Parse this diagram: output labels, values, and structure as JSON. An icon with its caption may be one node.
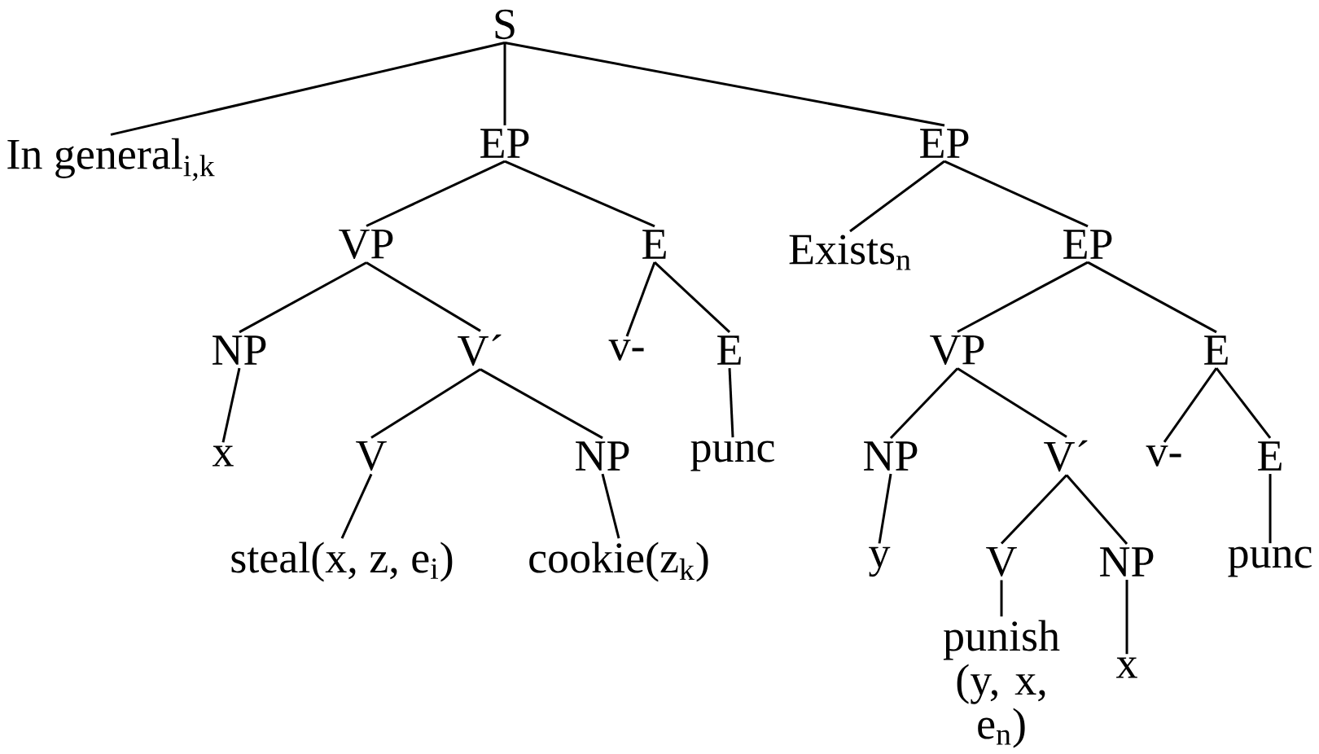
{
  "diagram": {
    "nodes": [
      {
        "text": [
          "S"
        ]
      },
      {
        "text": [
          "In general$_{i,k}$"
        ]
      },
      {
        "text": [
          "EP"
        ]
      },
      {
        "text": [
          "EP"
        ]
      },
      {
        "text": [
          "VP"
        ]
      },
      {
        "text": [
          "E"
        ]
      },
      {
        "text": [
          "Exists$_{n}$"
        ]
      },
      {
        "text": [
          "EP"
        ]
      },
      {
        "text": [
          "NP"
        ]
      },
      {
        "text": [
          "V´"
        ]
      },
      {
        "text": [
          "v-"
        ]
      },
      {
        "text": [
          "E"
        ]
      },
      {
        "text": [
          "VP"
        ]
      },
      {
        "text": [
          "E"
        ]
      },
      {
        "text": [
          "x"
        ]
      },
      {
        "text": [
          "V"
        ]
      },
      {
        "text": [
          "NP"
        ]
      },
      {
        "text": [
          "punc"
        ]
      },
      {
        "text": [
          "NP"
        ]
      },
      {
        "text": [
          "V´"
        ]
      },
      {
        "text": [
          "v-"
        ]
      },
      {
        "text": [
          "E"
        ]
      },
      {
        "text": [
          "steal(x, z, e$_{i}$)"
        ]
      },
      {
        "text": [
          "cookie(z$_{k}$)"
        ]
      },
      {
        "text": [
          "y"
        ]
      },
      {
        "text": [
          "V"
        ]
      },
      {
        "text": [
          "NP"
        ]
      },
      {
        "text": [
          "punc"
        ]
      },
      {
        "text": [
          "punish (y, x, e$_{n}$)"
        ]
      },
      {
        "text": [
          "x"
        ]
      }
    ],
    "edges": [
      {
        "from": 0,
        "to": 1,
        "arrow": "none"
      },
      {
        "from": 0,
        "to": 2,
        "arrow": "none"
      },
      {
        "from": 0,
        "to": 3,
        "arrow": "none"
      },
      {
        "from": 2,
        "to": 4,
        "arrow": "none"
      },
      {
        "from": 2,
        "to": 5,
        "arrow": "none"
      },
      {
        "from": 3,
        "to": 6,
        "arrow": "none"
      },
      {
        "from": 3,
        "to": 7,
        "arrow": "none"
      },
      {
        "from": 4,
        "to": 8,
        "arrow": "none"
      },
      {
        "from": 4,
        "to": 9,
        "arrow": "none"
      },
      {
        "from": 5,
        "to": 10,
        "arrow": "none"
      },
      {
        "from": 5,
        "to": 11,
        "arrow": "none"
      },
      {
        "from": 7,
        "to": 12,
        "arrow": "none"
      },
      {
        "from": 7,
        "to": 13,
        "arrow": "none"
      },
      {
        "from": 8,
        "to": 14,
        "arrow": "none"
      },
      {
        "from": 9,
        "to": 15,
        "arrow": "none"
      },
      {
        "from": 9,
        "to": 16,
        "arrow": "none"
      },
      {
        "from": 11,
        "to": 17,
        "arrow": "none"
      },
      {
        "from": 12,
        "to": 18,
        "arrow": "none"
      },
      {
        "from": 12,
        "to": 19,
        "arrow": "none"
      },
      {
        "from": 13,
        "to": 20,
        "arrow": "none"
      },
      {
        "from": 13,
        "to": 21,
        "arrow": "none"
      },
      {
        "from": 15,
        "to": 22,
        "arrow": "none"
      },
      {
        "from": 16,
        "to": 23,
        "arrow": "none"
      },
      {
        "from": 18,
        "to": 24,
        "arrow": "none"
      },
      {
        "from": 19,
        "to": 25,
        "arrow": "none"
      },
      {
        "from": 19,
        "to": 26,
        "arrow": "none"
      },
      {
        "from": 21,
        "to": 27,
        "arrow": "none"
      },
      {
        "from": 25,
        "to": 28,
        "arrow": "none"
      },
      {
        "from": 26,
        "to": 29,
        "arrow": "none"
      }
    ]
  }
}
